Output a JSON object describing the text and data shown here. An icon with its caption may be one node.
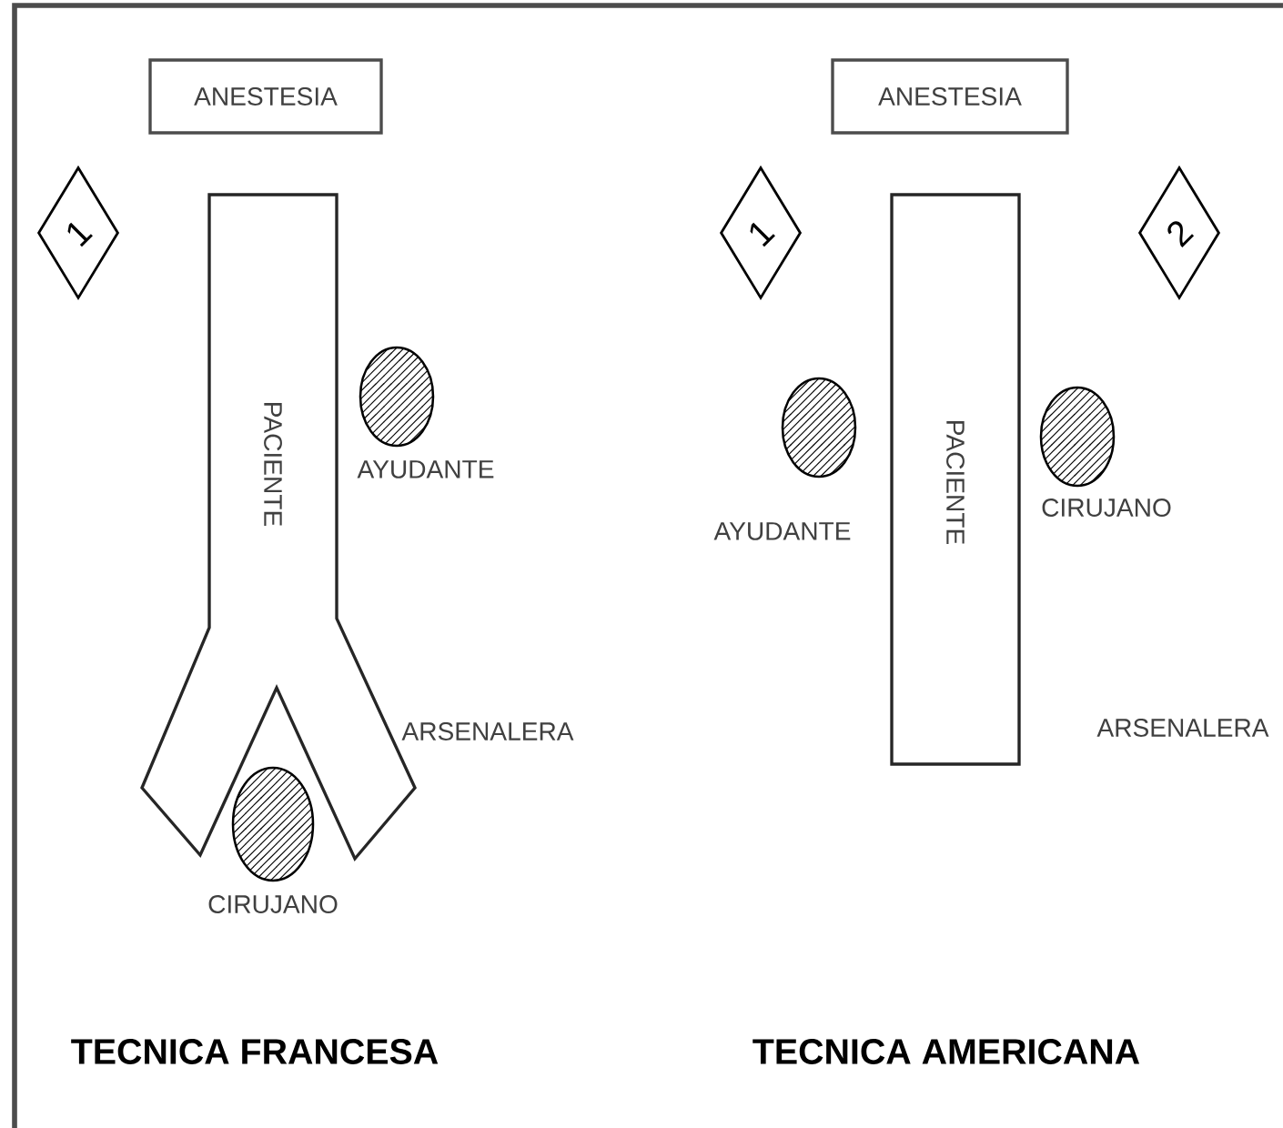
{
  "diagram": {
    "nodes": [
      {
        "text": [
          "ANESTESIA"
        ]
      },
      {
        "text": [
          "1"
        ]
      },
      {
        "text": [
          "PACIENTE"
        ]
      },
      {
        "text": [],
        "shape": "circle",
        "beside": [
          "AYUDANTE"
        ]
      },
      {
        "text": [],
        "shape": "circle",
        "beside": [
          "CIRUJANO"
        ]
      },
      {
        "text": [
          "ANESTESIA"
        ]
      },
      {
        "text": [
          "1"
        ]
      },
      {
        "text": [
          "2"
        ]
      },
      {
        "text": [
          "PACIENTE"
        ]
      },
      {
        "text": [],
        "shape": "circle",
        "beside": [
          "AYUDANTE"
        ]
      },
      {
        "text": [],
        "shape": "circle",
        "beside": [
          "CIRUJANO"
        ]
      }
    ],
    "labels": [
      "ARSENALERA",
      "TECNICA FRANCESA",
      "ARSENALERA",
      "TECNICA AMERICANA"
    ]
  }
}
